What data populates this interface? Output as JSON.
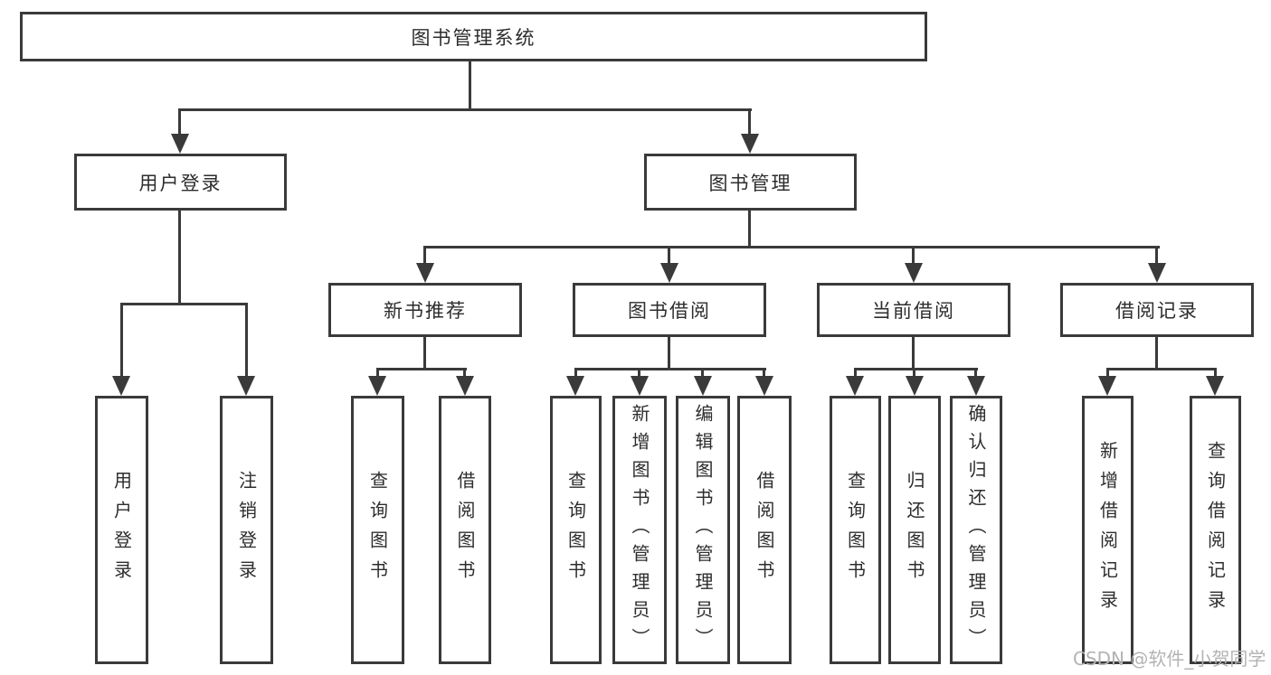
{
  "diagram_type": "functional-structure-tree",
  "colors": {
    "line": "#3a3a3a",
    "text": "#2d2d2d",
    "background": "#ffffff",
    "watermark": "#b3b3b3"
  },
  "tree": {
    "label": "图书管理系统",
    "children": [
      {
        "label": "用户登录",
        "children": [
          {
            "label": "用户登录"
          },
          {
            "label": "注销登录"
          }
        ]
      },
      {
        "label": "图书管理",
        "children": [
          {
            "label": "新书推荐",
            "children": [
              {
                "label": "查询图书"
              },
              {
                "label": "借阅图书"
              }
            ]
          },
          {
            "label": "图书借阅",
            "children": [
              {
                "label": "查询图书"
              },
              {
                "label": "新增图书（管理员）"
              },
              {
                "label": "编辑图书（管理员）"
              },
              {
                "label": "借阅图书"
              }
            ]
          },
          {
            "label": "当前借阅",
            "children": [
              {
                "label": "查询图书"
              },
              {
                "label": "归还图书"
              },
              {
                "label": "确认归还（管理员）"
              }
            ]
          },
          {
            "label": "借阅记录",
            "children": [
              {
                "label": "新增借阅记录"
              },
              {
                "label": "查询借阅记录"
              }
            ]
          }
        ]
      }
    ]
  },
  "watermark": "CSDN @软件_小贺同学"
}
